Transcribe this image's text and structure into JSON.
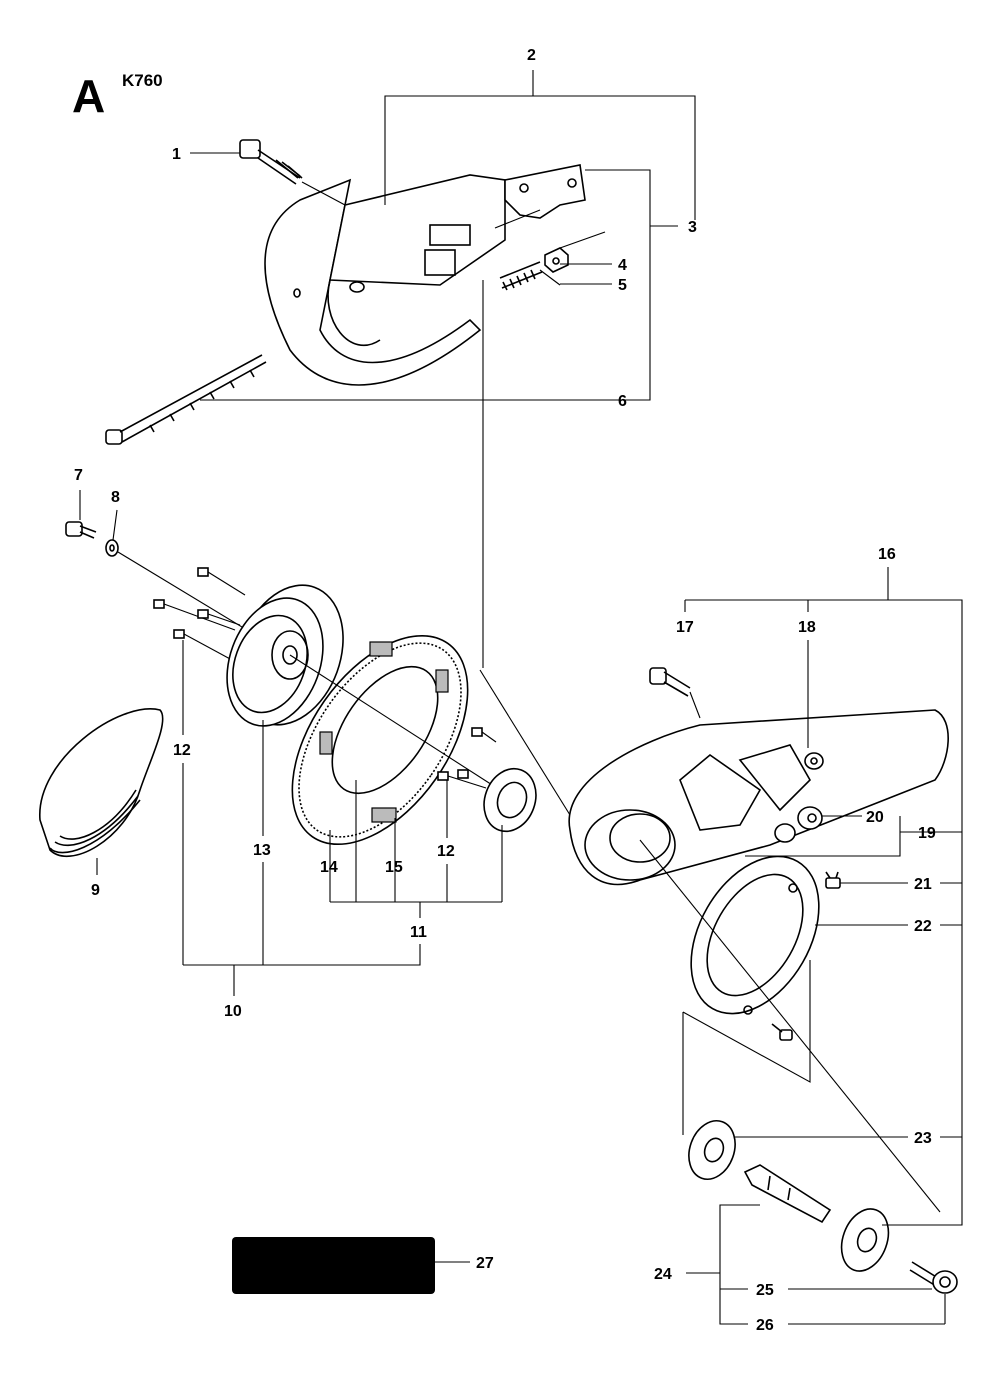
{
  "header": {
    "section_letter": "A",
    "model": "K760"
  },
  "callouts": [
    "1",
    "2",
    "3",
    "4",
    "5",
    "6",
    "7",
    "8",
    "9",
    "10",
    "11",
    "12",
    "12",
    "13",
    "14",
    "15",
    "16",
    "17",
    "18",
    "19",
    "20",
    "21",
    "22",
    "23",
    "24",
    "25",
    "26",
    "27"
  ],
  "colors": {
    "ink": "#000000",
    "background": "#ffffff"
  }
}
